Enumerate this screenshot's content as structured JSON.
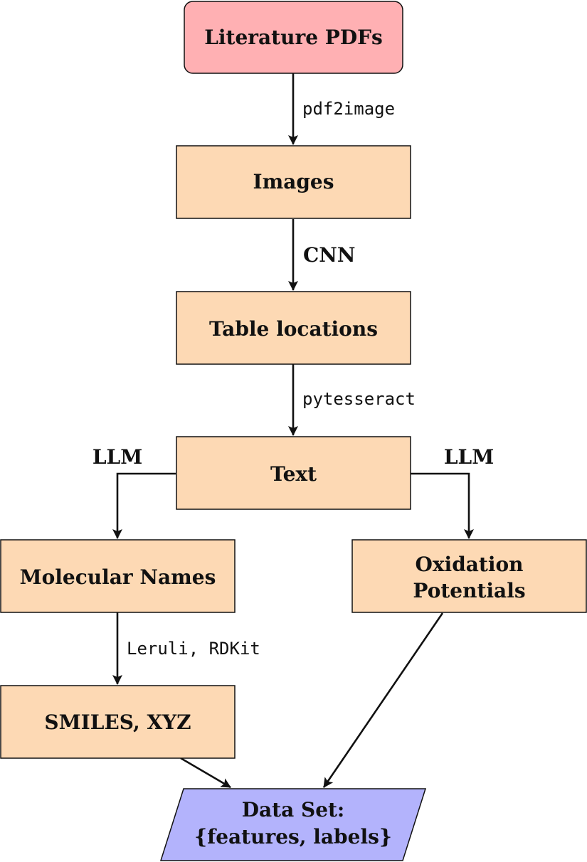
{
  "colors": {
    "source_fill": "#ffb0b3",
    "step_fill": "#fdd9b4",
    "output_fill": "#b3b3fc",
    "stroke": "#111111"
  },
  "nodes": {
    "literature_pdfs": "Literature PDFs",
    "images": "Images",
    "table_locations": "Table locations",
    "text": "Text",
    "molecular_names": "Molecular Names",
    "oxidation_potentials_line1": "Oxidation",
    "oxidation_potentials_line2": "Potentials",
    "smiles_xyz": "SMILES, XYZ",
    "data_set_line1": "Data Set:",
    "data_set_line2": "{features, labels}"
  },
  "edges": {
    "pdf_to_images": "pdf2image",
    "images_to_tables": "CNN",
    "tables_to_text": "pytesseract",
    "text_to_names": "LLM",
    "text_to_potentials": "LLM",
    "names_to_smiles": "Leruli, RDKit"
  }
}
